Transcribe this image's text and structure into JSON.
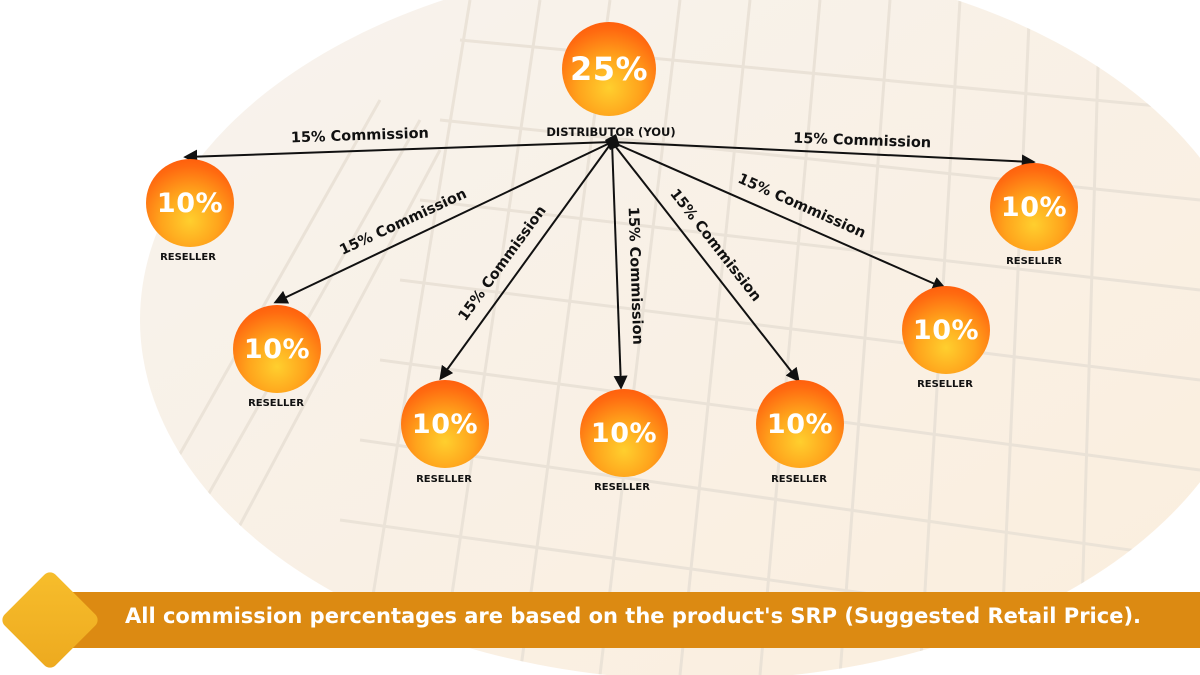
{
  "diagram": {
    "distributor": {
      "percent": "25%",
      "label": "DISTRIBUTOR (YOU)"
    },
    "commission_label": "15% Commission",
    "resellers": [
      {
        "percent": "10%",
        "label": "RESELLER"
      },
      {
        "percent": "10%",
        "label": "RESELLER"
      },
      {
        "percent": "10%",
        "label": "RESELLER"
      },
      {
        "percent": "10%",
        "label": "RESELLER"
      },
      {
        "percent": "10%",
        "label": "RESELLER"
      },
      {
        "percent": "10%",
        "label": "RESELLER"
      },
      {
        "percent": "10%",
        "label": "RESELLER"
      }
    ]
  },
  "footer": {
    "note": "All commission percentages are based on the product's SRP (Suggested Retail Price)."
  },
  "colors": {
    "node_gradient": [
      "#ffcf2e",
      "#ff4a06"
    ],
    "banner": "#dc8a12",
    "diamond": "#f7be2c",
    "text": "#111111"
  }
}
